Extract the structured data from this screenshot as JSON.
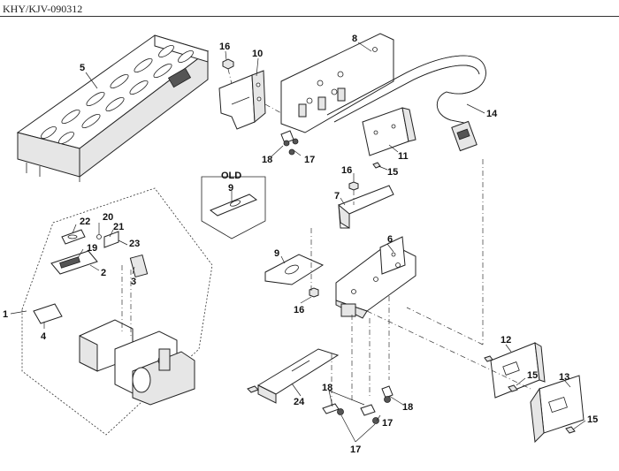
{
  "document_code": "KHY/KJV-090312",
  "group_label": "OLD",
  "part_labels": [
    {
      "id": "p5",
      "text": "5"
    },
    {
      "id": "p16a",
      "text": "16"
    },
    {
      "id": "p10",
      "text": "10"
    },
    {
      "id": "p8",
      "text": "8"
    },
    {
      "id": "p14",
      "text": "14"
    },
    {
      "id": "p18a",
      "text": "18"
    },
    {
      "id": "p17a",
      "text": "17"
    },
    {
      "id": "p11",
      "text": "11"
    },
    {
      "id": "p16b",
      "text": "16"
    },
    {
      "id": "p15a",
      "text": "15"
    },
    {
      "id": "p9a",
      "text": "9"
    },
    {
      "id": "p7",
      "text": "7"
    },
    {
      "id": "p22",
      "text": "22"
    },
    {
      "id": "p20",
      "text": "20"
    },
    {
      "id": "p21",
      "text": "21"
    },
    {
      "id": "p23",
      "text": "23"
    },
    {
      "id": "p19",
      "text": "19"
    },
    {
      "id": "p2",
      "text": "2"
    },
    {
      "id": "p3",
      "text": "3"
    },
    {
      "id": "p6",
      "text": "6"
    },
    {
      "id": "p9b",
      "text": "9"
    },
    {
      "id": "p16c",
      "text": "16"
    },
    {
      "id": "p1",
      "text": "1"
    },
    {
      "id": "p4",
      "text": "4"
    },
    {
      "id": "p12",
      "text": "12"
    },
    {
      "id": "p15b",
      "text": "15"
    },
    {
      "id": "p13",
      "text": "13"
    },
    {
      "id": "p15c",
      "text": "15"
    },
    {
      "id": "p24",
      "text": "24"
    },
    {
      "id": "p18b",
      "text": "18"
    },
    {
      "id": "p18c",
      "text": "18"
    },
    {
      "id": "p17b",
      "text": "17"
    },
    {
      "id": "p17c",
      "text": "17"
    }
  ]
}
